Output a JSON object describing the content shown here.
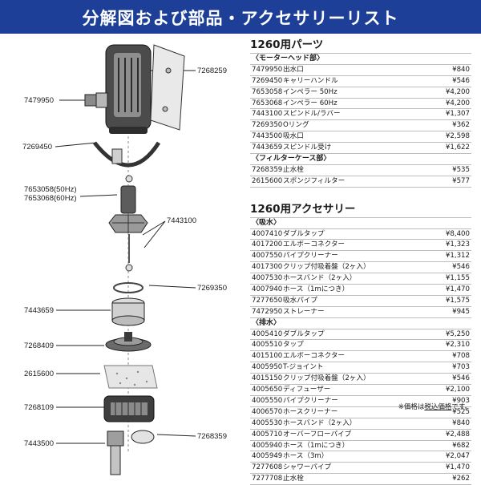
{
  "header": {
    "title": "分解図および部品・アクセサリーリスト"
  },
  "diagram": {
    "labels": {
      "motor_head_gasket": "7268259",
      "outlet_nozzle": "7479950",
      "carry_handle": "7269450",
      "impeller_50": "7653058(50Hz)",
      "impeller_60": "7653068(60Hz)",
      "spindle": "7443100",
      "o_ring": "7269350",
      "intake_nozzle": "7443659",
      "spindle_holder": "7268409",
      "sponge_filter": "2615600",
      "filter_case": "7268109",
      "strainer": "7443500",
      "drain_plug": "7268359"
    }
  },
  "parts_section": {
    "title": "1260用パーツ",
    "groups": [
      {
        "subheader": "〈モーターヘッド部〉",
        "items": [
          {
            "code": "7479950",
            "name": "出水口",
            "price": "¥840"
          },
          {
            "code": "7269450",
            "name": "キャリーハンドル",
            "price": "¥546"
          },
          {
            "code": "7653058",
            "name": "インペラー 50Hz",
            "price": "¥4,200"
          },
          {
            "code": "7653068",
            "name": "インペラー 60Hz",
            "price": "¥4,200"
          },
          {
            "code": "7443100",
            "name": "スピンドル/ラバー",
            "price": "¥1,307"
          },
          {
            "code": "7269350",
            "name": "Oリング",
            "price": "¥362"
          },
          {
            "code": "7443500",
            "name": "吸水口",
            "price": "¥2,598"
          },
          {
            "code": "7443659",
            "name": "スピンドル受け",
            "price": "¥1,622"
          }
        ]
      },
      {
        "subheader": "〈フィルターケース部〉",
        "items": [
          {
            "code": "7268359",
            "name": "止水栓",
            "price": "¥535"
          },
          {
            "code": "2615600",
            "name": "スポンジフィルター",
            "price": "¥577"
          }
        ]
      }
    ]
  },
  "accessories_section": {
    "title": "1260用アクセサリー",
    "groups": [
      {
        "subheader": "〈吸水〉",
        "items": [
          {
            "code": "4007410",
            "name": "ダブルタップ",
            "price": "¥8,400"
          },
          {
            "code": "4017200",
            "name": "エルボーコネクター",
            "price": "¥1,323"
          },
          {
            "code": "4007550",
            "name": "パイプクリーナー",
            "price": "¥1,312"
          },
          {
            "code": "4017300",
            "name": "クリップ付吸着盤（2ヶ入）",
            "price": "¥546"
          },
          {
            "code": "4007530",
            "name": "ホースバンド（2ヶ入）",
            "price": "¥1,155"
          },
          {
            "code": "4007940",
            "name": "ホース（1mにつき）",
            "price": "¥1,470"
          },
          {
            "code": "7277650",
            "name": "吸水パイプ",
            "price": "¥1,575"
          },
          {
            "code": "7472950",
            "name": "ストレーナー",
            "price": "¥945"
          }
        ]
      },
      {
        "subheader": "〈排水〉",
        "items": [
          {
            "code": "4005410",
            "name": "ダブルタップ",
            "price": "¥5,250"
          },
          {
            "code": "4005510",
            "name": "タップ",
            "price": "¥2,310"
          },
          {
            "code": "4015100",
            "name": "エルボーコネクター",
            "price": "¥708"
          },
          {
            "code": "4005950",
            "name": "T-ジョイント",
            "price": "¥703"
          },
          {
            "code": "4015150",
            "name": "クリップ付吸着盤（2ヶ入）",
            "price": "¥546"
          },
          {
            "code": "4005650",
            "name": "ディフューザー",
            "price": "¥2,100"
          },
          {
            "code": "4005550",
            "name": "パイプクリーナー",
            "price": "¥903"
          },
          {
            "code": "4006570",
            "name": "ホースクリーナー",
            "price": "¥525"
          },
          {
            "code": "4005530",
            "name": "ホースバンド（2ヶ入）",
            "price": "¥840"
          },
          {
            "code": "4005710",
            "name": "オーバーフローパイプ",
            "price": "¥2,488"
          },
          {
            "code": "4005940",
            "name": "ホース（1mにつき）",
            "price": "¥682"
          },
          {
            "code": "4005949",
            "name": "ホース（3m）",
            "price": "¥2,047"
          },
          {
            "code": "7277608",
            "name": "シャワーパイプ",
            "price": "¥1,470"
          },
          {
            "code": "7277708",
            "name": "止水栓",
            "price": "¥262"
          }
        ]
      }
    ]
  },
  "note": {
    "prefix": "※価格は",
    "underlined": "税込価格",
    "suffix": "です。"
  }
}
